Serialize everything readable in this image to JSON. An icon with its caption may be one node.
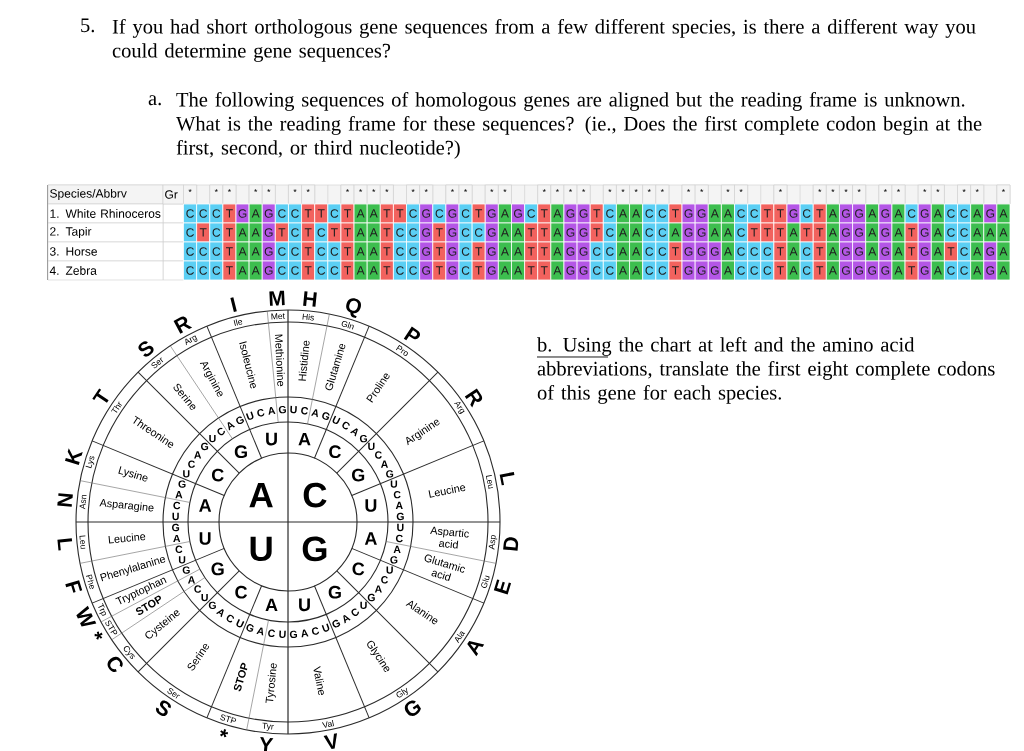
{
  "diagram": {
    "labels": [
      "5.",
      "If you had short orthologous gene sequences from a few different species, is there a different way you could determine gene sequences?",
      "a.",
      "The following sequences of homologous genes are aligned but the reading frame is unknown. What is the reading frame for these sequences? (ie., Does the first complete codon begin at the first, second, or third nucleotide?)",
      "Species/Abbrv",
      "Gr",
      "*",
      "*",
      "*",
      "*",
      "*",
      "*",
      "*",
      "*",
      "*",
      "*",
      "*",
      "*",
      "*",
      "*",
      "*",
      "*",
      "*",
      "*",
      "*",
      "*",
      "*",
      "*",
      "*",
      "*",
      "*",
      "*",
      "*",
      "*",
      "*",
      "*",
      "*",
      "*",
      "*",
      "*",
      "*",
      "*",
      "*",
      "*",
      "*",
      "*",
      "*",
      "*",
      "1. White Rhinoceros",
      "C",
      "C",
      "C",
      "T",
      "G",
      "A",
      "G",
      "C",
      "C",
      "T",
      "T",
      "C",
      "T",
      "A",
      "A",
      "T",
      "T",
      "C",
      "G",
      "C",
      "G",
      "C",
      "T",
      "G",
      "A",
      "G",
      "C",
      "T",
      "A",
      "G",
      "G",
      "T",
      "C",
      "A",
      "A",
      "C",
      "C",
      "T",
      "G",
      "G",
      "A",
      "A",
      "C",
      "C",
      "T",
      "T",
      "G",
      "C",
      "T",
      "A",
      "G",
      "G",
      "A",
      "G",
      "A",
      "C",
      "G",
      "A",
      "C",
      "C",
      "A",
      "G",
      "A",
      "2. Tapir",
      "C",
      "T",
      "C",
      "T",
      "A",
      "A",
      "G",
      "T",
      "C",
      "T",
      "C",
      "T",
      "T",
      "A",
      "A",
      "T",
      "C",
      "C",
      "G",
      "T",
      "G",
      "C",
      "C",
      "G",
      "A",
      "A",
      "T",
      "T",
      "A",
      "G",
      "G",
      "T",
      "C",
      "A",
      "A",
      "C",
      "C",
      "A",
      "G",
      "G",
      "A",
      "A",
      "C",
      "T",
      "T",
      "T",
      "A",
      "T",
      "T",
      "A",
      "G",
      "G",
      "A",
      "G",
      "A",
      "T",
      "G",
      "A",
      "C",
      "C",
      "A",
      "A",
      "A",
      "3. Horse",
      "C",
      "C",
      "C",
      "T",
      "A",
      "A",
      "G",
      "C",
      "C",
      "T",
      "C",
      "C",
      "T",
      "A",
      "A",
      "T",
      "C",
      "C",
      "G",
      "T",
      "G",
      "C",
      "T",
      "G",
      "A",
      "A",
      "T",
      "T",
      "A",
      "G",
      "G",
      "C",
      "C",
      "A",
      "A",
      "C",
      "C",
      "T",
      "G",
      "G",
      "G",
      "A",
      "C",
      "C",
      "C",
      "T",
      "A",
      "C",
      "T",
      "A",
      "G",
      "G",
      "A",
      "G",
      "A",
      "T",
      "G",
      "A",
      "T",
      "C",
      "A",
      "G",
      "A",
      "4. Zebra",
      "C",
      "C",
      "C",
      "T",
      "A",
      "A",
      "G",
      "C",
      "C",
      "T",
      "C",
      "C",
      "T",
      "A",
      "A",
      "T",
      "C",
      "C",
      "G",
      "T",
      "G",
      "C",
      "T",
      "G",
      "A",
      "A",
      "T",
      "T",
      "A",
      "G",
      "G",
      "C",
      "C",
      "A",
      "A",
      "C",
      "C",
      "T",
      "G",
      "G",
      "G",
      "A",
      "C",
      "C",
      "C",
      "T",
      "A",
      "C",
      "T",
      "A",
      "G",
      "G",
      "G",
      "G",
      "A",
      "T",
      "G",
      "A",
      "C",
      "C",
      "A",
      "G",
      "A",
      "b. Using the chart at left and the amino acid abbreviations, translate the first eight complete codons of this gene for each species.",
      "N",
      "Asn",
      "Asparagine",
      "K",
      "Lys",
      "Lysine",
      "T",
      "Thr",
      "Threonine",
      "S",
      "Ser",
      "Serine",
      "R",
      "Arg",
      "Arginine",
      "I",
      "Ile",
      "Isoleucine",
      "M",
      "Met",
      "Methionine",
      "H",
      "His",
      "Histidine",
      "Q",
      "Gln",
      "Glutamine",
      "Proline",
      "Pro",
      "P",
      "Arginine",
      "Arg",
      "R",
      "Leucine",
      "Leu",
      "L",
      "Aspartic acid",
      "Asp",
      "D",
      "Glutamic acid",
      "Glu",
      "E",
      "Alanine",
      "Ala",
      "A",
      "Glycine",
      "Gly",
      "G",
      "V",
      "Val",
      "Valine",
      "Y",
      "Tyr",
      "Tyrosine",
      "*",
      "STP",
      "STOP",
      "S",
      "Ser",
      "Serine",
      "C",
      "Cys",
      "Cysteine",
      "*",
      "STP",
      "STOP",
      "W",
      "Trp",
      "Tryptophan",
      "F",
      "Phe",
      "Phenylalanine",
      "L",
      "Leu",
      "Leucine",
      "U",
      "C",
      "A",
      "G",
      "U",
      "C",
      "A",
      "G",
      "U",
      "C",
      "A",
      "G",
      "U",
      "C",
      "A",
      "G",
      "U",
      "C",
      "A",
      "G",
      "U",
      "C",
      "A",
      "G",
      "U",
      "C",
      "A",
      "G",
      "U",
      "C",
      "A",
      "G",
      "G",
      "A",
      "C",
      "U",
      "G",
      "A",
      "C",
      "U",
      "G",
      "A",
      "C",
      "U",
      "G",
      "A",
      "C",
      "U",
      "G",
      "A",
      "C",
      "U",
      "G",
      "A",
      "C",
      "U",
      "G",
      "A",
      "C",
      "U",
      "G",
      "A",
      "C",
      "U",
      "A",
      "C",
      "G",
      "U",
      "A",
      "C",
      "G",
      "U",
      "U",
      "G",
      "C",
      "A",
      "U",
      "G",
      "C",
      "A",
      "A",
      "C",
      "U",
      "G"
    ]
  }
}
